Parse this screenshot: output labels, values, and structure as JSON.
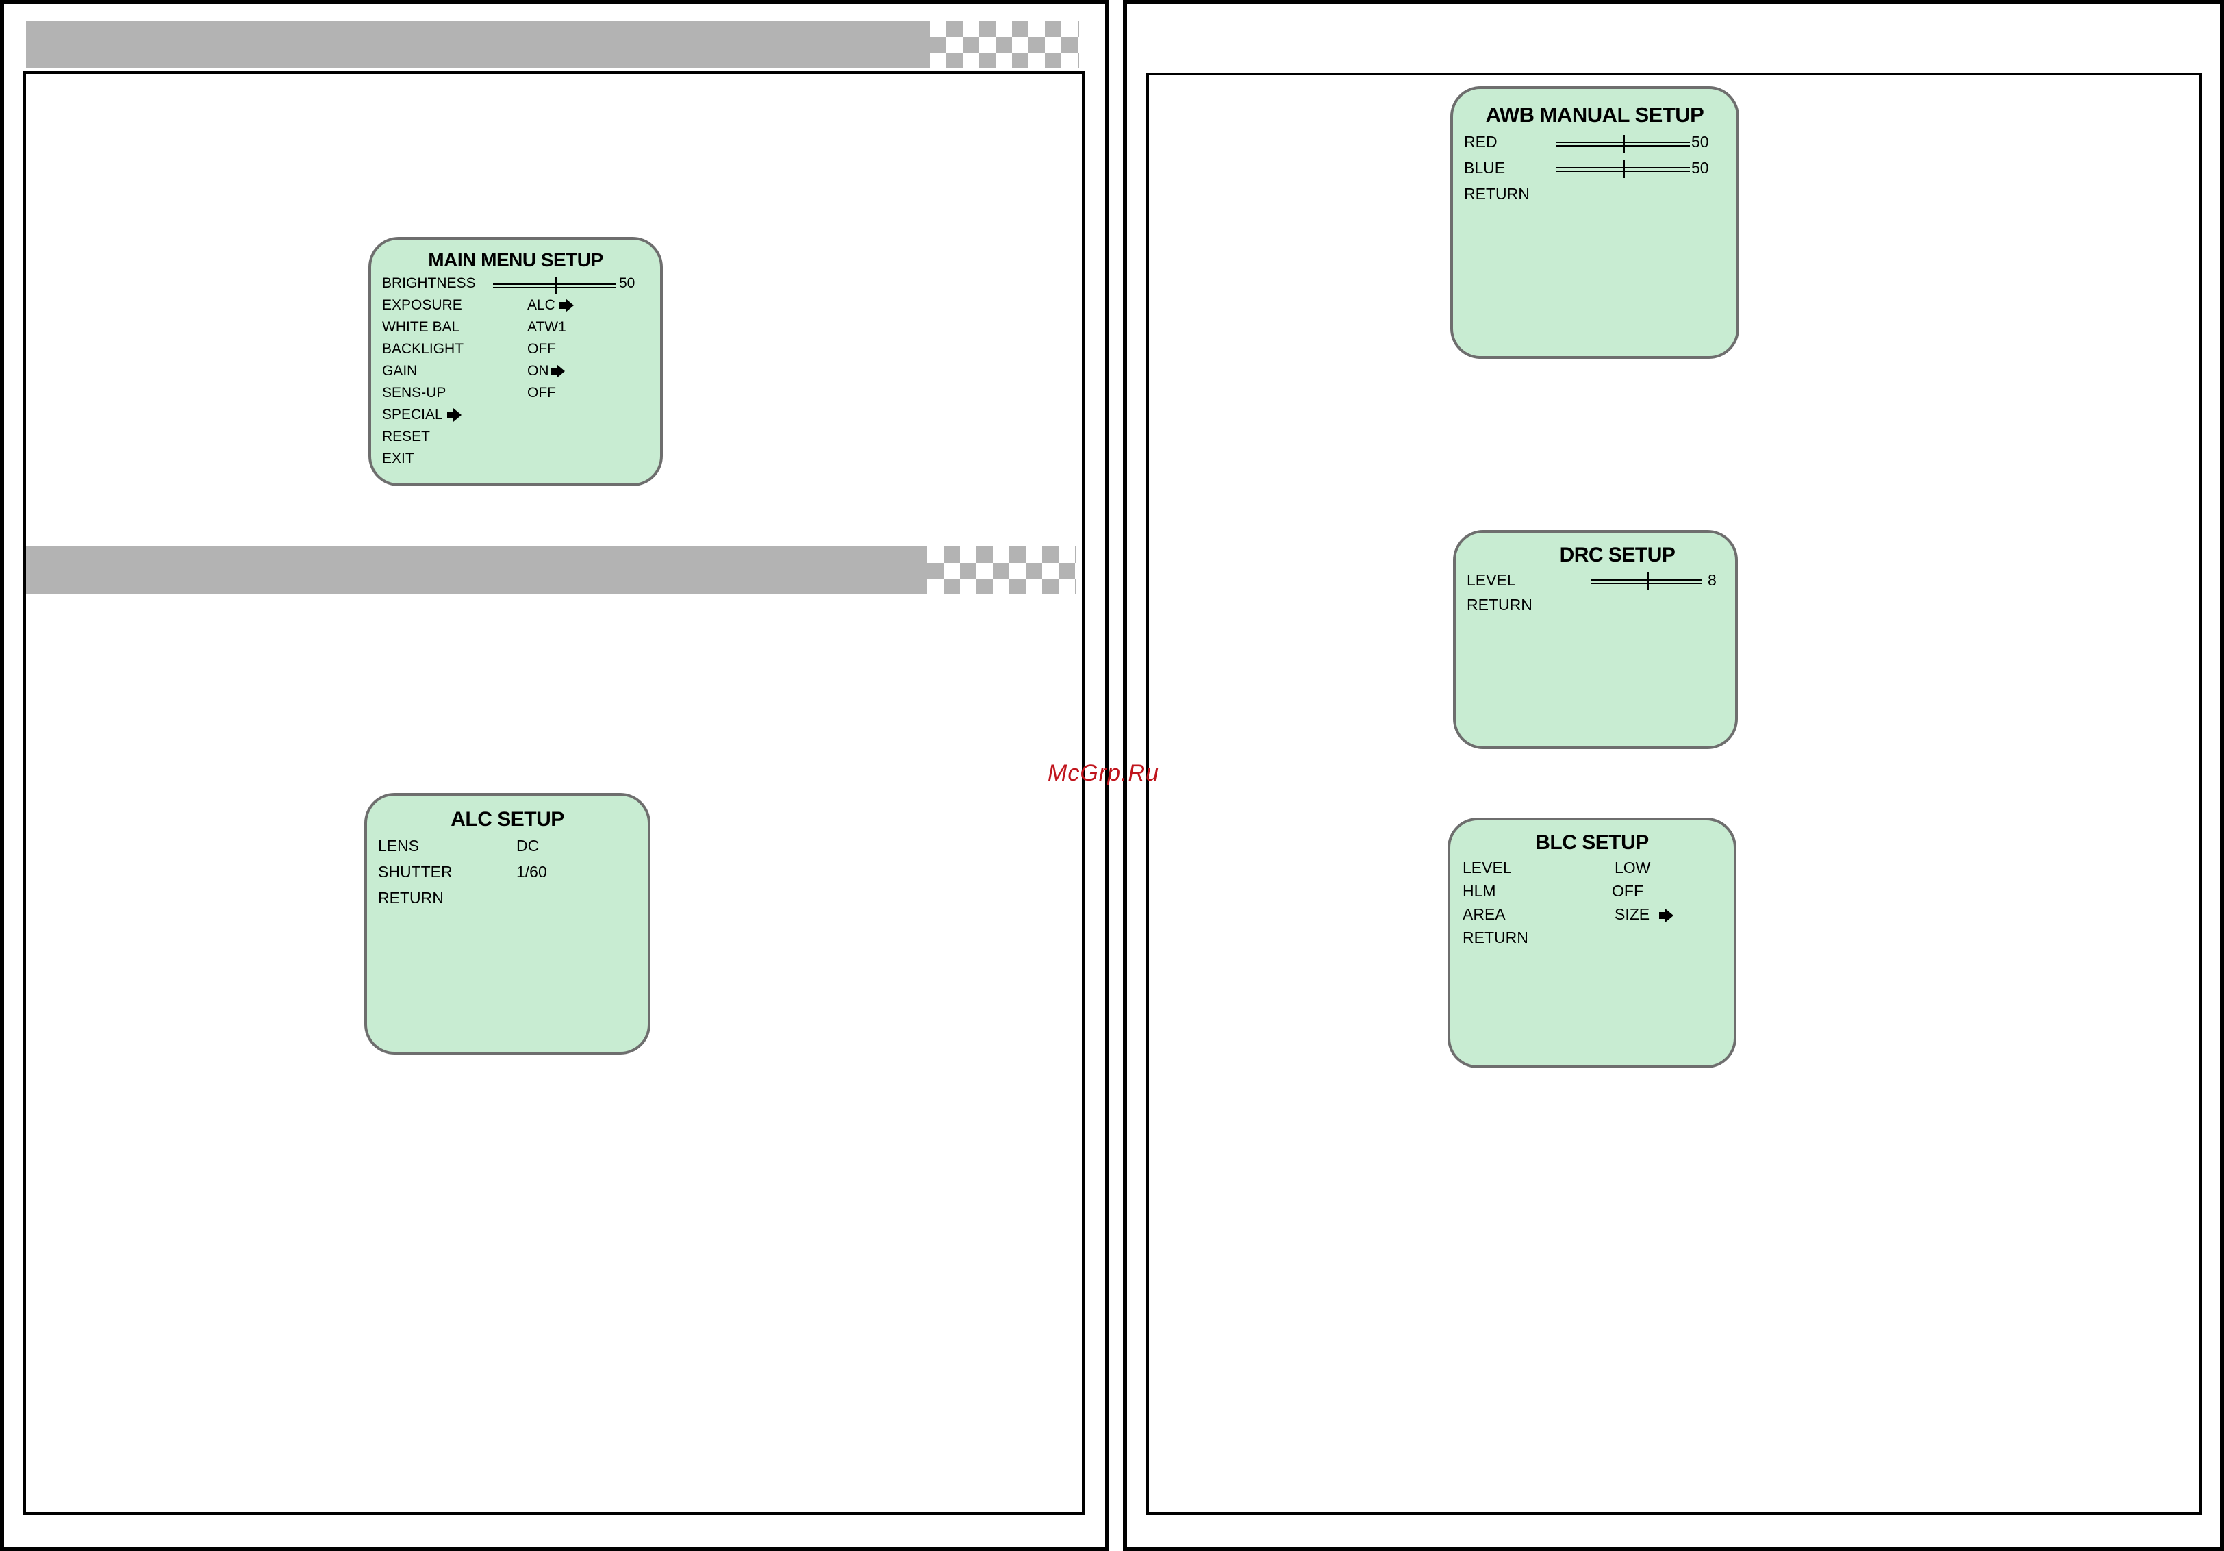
{
  "watermark": "McGrp.Ru",
  "main_menu": {
    "title": "MAIN MENU SETUP",
    "items": [
      {
        "label": "BRIGHTNESS",
        "value": "50",
        "slider": 0.5
      },
      {
        "label": "EXPOSURE",
        "value": "ALC",
        "arrow": true
      },
      {
        "label": "WHITE BAL",
        "value": "ATW1"
      },
      {
        "label": "BACKLIGHT",
        "value": "OFF"
      },
      {
        "label": "GAIN",
        "value": "ON",
        "arrow": true
      },
      {
        "label": "SENS-UP",
        "value": "OFF"
      },
      {
        "label": "SPECIAL",
        "arrow": true
      },
      {
        "label": "RESET"
      },
      {
        "label": "EXIT"
      }
    ]
  },
  "alc_setup": {
    "title": "ALC SETUP",
    "items": [
      {
        "label": "LENS",
        "value": "DC"
      },
      {
        "label": "SHUTTER",
        "value": "1/60"
      },
      {
        "label": "RETURN"
      }
    ]
  },
  "awb_manual_setup": {
    "title": "AWB MANUAL SETUP",
    "items": [
      {
        "label": "RED",
        "value": "50",
        "slider": 0.5
      },
      {
        "label": "BLUE",
        "value": "50",
        "slider": 0.5
      },
      {
        "label": "RETURN"
      }
    ]
  },
  "drc_setup": {
    "title": "DRC SETUP",
    "items": [
      {
        "label": "LEVEL",
        "value": "8",
        "slider": 0.5
      },
      {
        "label": "RETURN"
      }
    ]
  },
  "blc_setup": {
    "title": "BLC SETUP",
    "items": [
      {
        "label": "LEVEL",
        "value": "LOW"
      },
      {
        "label": "HLM",
        "value": "OFF"
      },
      {
        "label": "AREA",
        "value": "SIZE",
        "arrow": true
      },
      {
        "label": "RETURN"
      }
    ]
  }
}
